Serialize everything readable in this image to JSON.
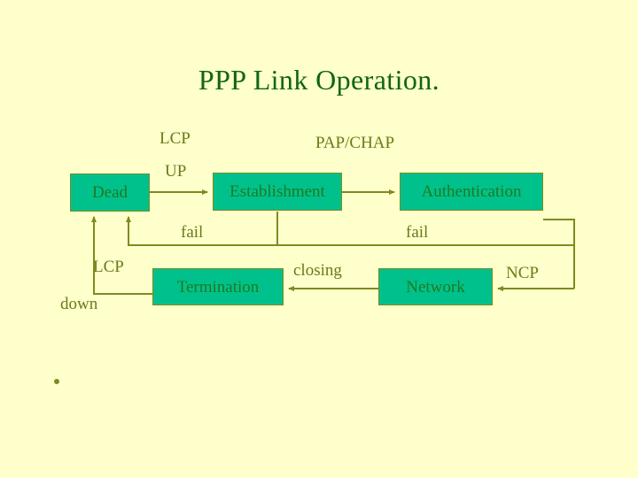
{
  "slide": {
    "title": "PPP Link Operation.",
    "background_color": "#FFFFCC",
    "title_color": "#116611",
    "box_fill_color": "#00C18C",
    "box_border_color": "#7E8B1E",
    "box_text_color": "#1F7A1F",
    "label_color": "#6B7A16",
    "connector_color": "#7E8B1E"
  },
  "diagram": {
    "type": "state-transition-diagram",
    "states": [
      {
        "id": "dead",
        "label": "Dead"
      },
      {
        "id": "establishment",
        "label": "Establishment"
      },
      {
        "id": "authentication",
        "label": "Authentication"
      },
      {
        "id": "termination",
        "label": "Termination"
      },
      {
        "id": "network",
        "label": "Network"
      }
    ],
    "edge_labels": {
      "lcp": "LCP",
      "up": "UP",
      "pap_chap": "PAP/CHAP",
      "fail_left": "fail",
      "fail_right": "fail",
      "lcp_down_line1": "LCP",
      "lcp_down_line2": "down",
      "closing": "closing",
      "ncp": "NCP"
    },
    "transitions": [
      {
        "from": "dead",
        "to": "establishment",
        "label": "LCP UP"
      },
      {
        "from": "establishment",
        "to": "authentication",
        "label": "PAP/CHAP"
      },
      {
        "from": "establishment",
        "to": "dead",
        "label": "fail"
      },
      {
        "from": "authentication",
        "to": "dead",
        "label": "fail"
      },
      {
        "from": "authentication",
        "to": "network",
        "label": "NCP"
      },
      {
        "from": "network",
        "to": "termination",
        "label": "closing"
      },
      {
        "from": "termination",
        "to": "dead",
        "label": "LCP down"
      }
    ]
  },
  "body": {
    "bullet_text": ""
  }
}
